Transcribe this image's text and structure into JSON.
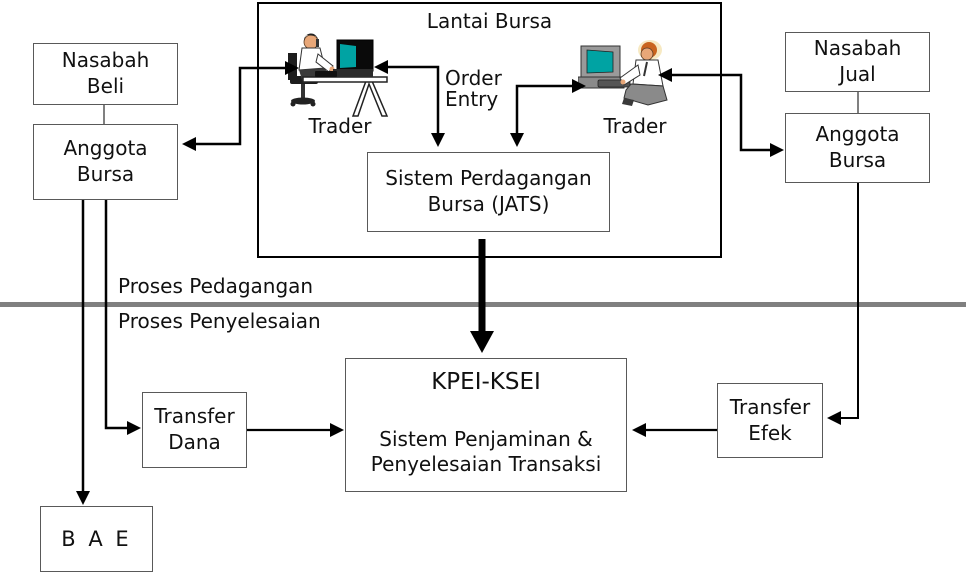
{
  "diagram": {
    "container_title": "Lantai Bursa",
    "boxes": {
      "nasabah_beli": {
        "lines": [
          "Nasabah",
          "Beli"
        ]
      },
      "anggota_bursa_left": {
        "lines": [
          "Anggota",
          "Bursa"
        ]
      },
      "nasabah_jual": {
        "lines": [
          "Nasabah",
          "Jual"
        ]
      },
      "anggota_bursa_right": {
        "lines": [
          "Anggota",
          "Bursa"
        ]
      },
      "jats": {
        "lines": [
          "Sistem Perdagangan",
          "Bursa (JATS)"
        ]
      },
      "kpei": {
        "title": "KPEI-KSEI",
        "lines": [
          "Sistem Penjaminan &",
          "Penyelesaian Transaksi"
        ]
      },
      "transfer_dana": {
        "lines": [
          "Transfer",
          "Dana"
        ]
      },
      "transfer_efek": {
        "lines": [
          "Transfer",
          "Efek"
        ]
      },
      "bae": {
        "lines": [
          "B A E"
        ]
      }
    },
    "labels": {
      "trader_left": "Trader",
      "trader_right": "Trader",
      "order_entry": [
        "Order",
        "Entry"
      ],
      "process_above_divider": "Proses Pedagangan",
      "process_below_divider": "Proses Penyelesaian"
    },
    "icons": {
      "left": "trader-at-desk-clipart",
      "right": "trader-at-computer-clipart"
    },
    "colors": {
      "divider_gray": "#808080",
      "connector_black": "#000000",
      "box_border_gray": "#595959",
      "monitor_screen_teal": "#00A3A3",
      "trader_hair_orange": "#C9641E",
      "trader_skin": "#E8A778"
    }
  }
}
